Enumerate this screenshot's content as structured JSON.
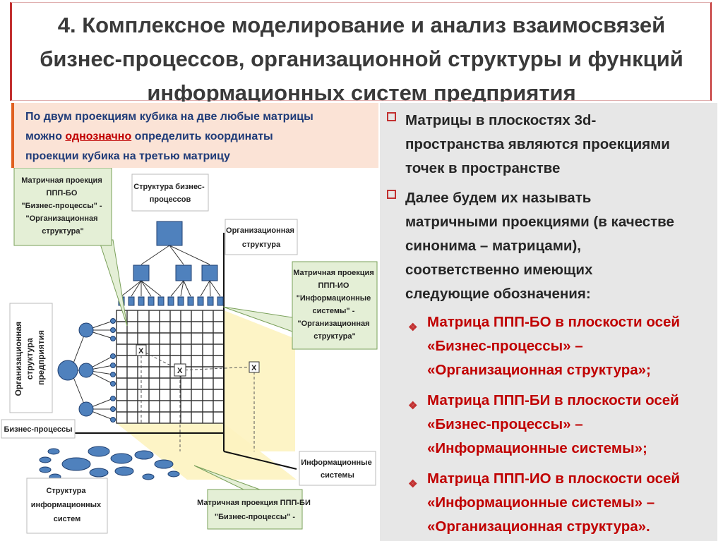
{
  "title": {
    "line1": "4. Комплексное моделирование и анализ взаимосвязей",
    "line2": "бизнес-процессов, организационной структуры и функций",
    "line3": "информационных систем предприятия"
  },
  "note": {
    "part1": "По двум проекциям кубика на две любые матрицы",
    "part2a": "можно ",
    "highlight": "однозначно",
    "part2b": " определить координаты",
    "part3": "проекции кубика на третью матрицу"
  },
  "bullets": [
    {
      "lines": [
        "Матрицы в плоскостях 3d-",
        "пространства являются проекциями",
        "точек в пространстве"
      ]
    },
    {
      "lines": [
        "Далее будем их называть",
        "матричными проекциями (в качестве",
        "синонима – матрицами),",
        "соответственно имеющих",
        "следующие обозначения:"
      ]
    }
  ],
  "sub_bullets": [
    {
      "lines": [
        "Матрица ППП-БО в плоскости осей",
        "«Бизнес-процессы» –",
        "«Организационная структура»;"
      ]
    },
    {
      "lines": [
        "Матрица ППП-БИ в плоскости осей",
        "«Бизнес-процессы» –",
        "«Информационные системы»;"
      ]
    },
    {
      "lines": [
        "Матрица ППП-ИО в плоскости осей",
        "«Информационные системы» –",
        "«Организационная структура»."
      ]
    }
  ],
  "diagram": {
    "callout_bo": [
      "Матричная проекция",
      "ППП-БО",
      "\"Бизнес-процессы\" -",
      "\"Организационная",
      "структура\""
    ],
    "label_bp_structure": [
      "Структура бизнес-",
      "процессов"
    ],
    "label_org_structure": [
      "Организационная",
      "структура"
    ],
    "callout_io": [
      "Матричная проекция",
      "ППП-ИО",
      "\"Информационные",
      "системы\" -",
      "\"Организационная",
      "структура\""
    ],
    "label_enterprise_org": [
      "Организационная",
      "структура",
      "предприятия"
    ],
    "label_business_processes": "Бизнес-процессы",
    "label_info_systems": [
      "Информационные",
      "системы"
    ],
    "label_is_structure": [
      "Структура",
      "информационных",
      "систем"
    ],
    "callout_bi": [
      "Матричная проекция ППП-БИ",
      "\"Бизнес-процессы\" -"
    ],
    "cube_mark": "X"
  },
  "colors": {
    "title_text": "#3a3a3a",
    "accent_red": "#c23030",
    "note_bg": "#fbe3d6",
    "note_text": "#1f3b78",
    "panel_bg": "#e7e7e7",
    "sub_text": "#c00000",
    "node_blue": "#4f81bd",
    "callout_green": "#e4efd6",
    "plane_yellow": "#fdf3c0"
  }
}
